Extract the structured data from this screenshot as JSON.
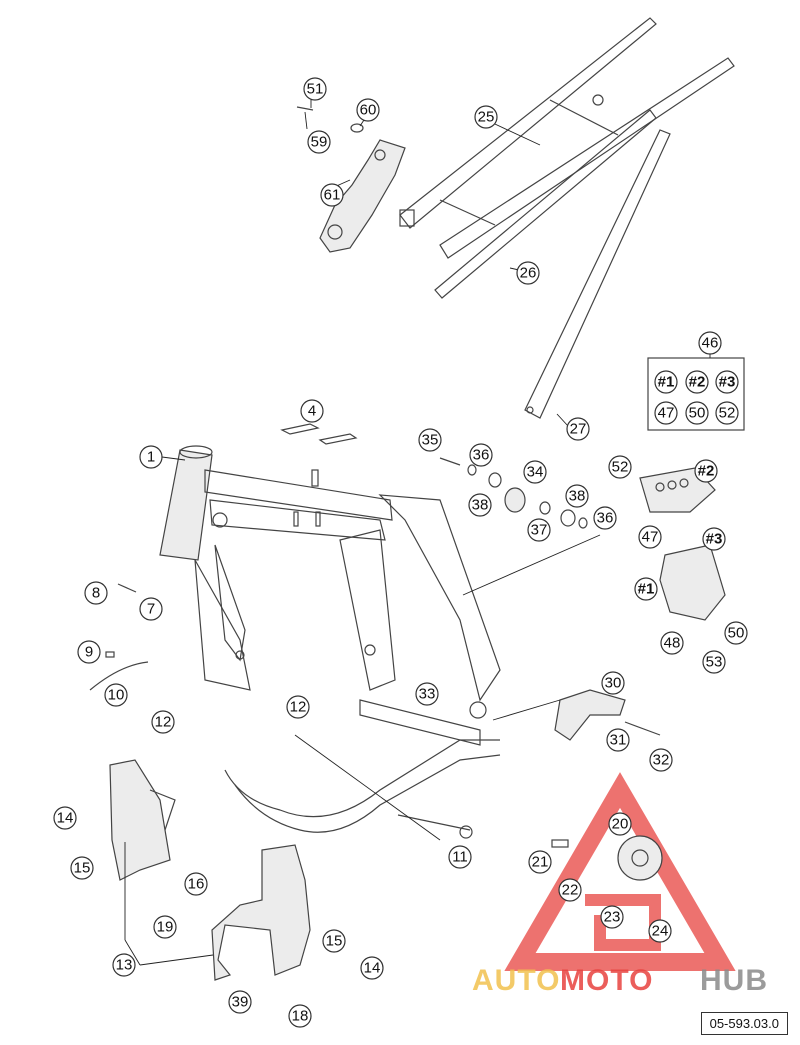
{
  "callouts": [
    {
      "id": "c1",
      "label": "1"
    },
    {
      "id": "c4",
      "label": "4"
    },
    {
      "id": "c7",
      "label": "7"
    },
    {
      "id": "c8",
      "label": "8"
    },
    {
      "id": "c9",
      "label": "9"
    },
    {
      "id": "c10",
      "label": "10"
    },
    {
      "id": "c11",
      "label": "11"
    },
    {
      "id": "c12a",
      "label": "12"
    },
    {
      "id": "c12b",
      "label": "12"
    },
    {
      "id": "c13",
      "label": "13"
    },
    {
      "id": "c14a",
      "label": "14"
    },
    {
      "id": "c14b",
      "label": "14"
    },
    {
      "id": "c15a",
      "label": "15"
    },
    {
      "id": "c15b",
      "label": "15"
    },
    {
      "id": "c16",
      "label": "16"
    },
    {
      "id": "c18",
      "label": "18"
    },
    {
      "id": "c19",
      "label": "19"
    },
    {
      "id": "c20",
      "label": "20"
    },
    {
      "id": "c21",
      "label": "21"
    },
    {
      "id": "c22",
      "label": "22"
    },
    {
      "id": "c23",
      "label": "23"
    },
    {
      "id": "c24",
      "label": "24"
    },
    {
      "id": "c25",
      "label": "25"
    },
    {
      "id": "c26",
      "label": "26"
    },
    {
      "id": "c27",
      "label": "27"
    },
    {
      "id": "c30",
      "label": "30"
    },
    {
      "id": "c31",
      "label": "31"
    },
    {
      "id": "c32",
      "label": "32"
    },
    {
      "id": "c33",
      "label": "33"
    },
    {
      "id": "c34",
      "label": "34"
    },
    {
      "id": "c35",
      "label": "35"
    },
    {
      "id": "c36a",
      "label": "36"
    },
    {
      "id": "c36b",
      "label": "36"
    },
    {
      "id": "c37",
      "label": "37"
    },
    {
      "id": "c38a",
      "label": "38"
    },
    {
      "id": "c38b",
      "label": "38"
    },
    {
      "id": "c39",
      "label": "39"
    },
    {
      "id": "c46",
      "label": "46"
    },
    {
      "id": "c47a",
      "label": "47"
    },
    {
      "id": "c47b",
      "label": "47"
    },
    {
      "id": "c48",
      "label": "48"
    },
    {
      "id": "c50a",
      "label": "50"
    },
    {
      "id": "c50b",
      "label": "50"
    },
    {
      "id": "c51",
      "label": "51"
    },
    {
      "id": "c52a",
      "label": "52"
    },
    {
      "id": "c52b",
      "label": "52"
    },
    {
      "id": "c53",
      "label": "53"
    },
    {
      "id": "c59",
      "label": "59"
    },
    {
      "id": "c60",
      "label": "60"
    },
    {
      "id": "c61",
      "label": "61"
    },
    {
      "id": "h1a",
      "label": "#1"
    },
    {
      "id": "h1b",
      "label": "#1"
    },
    {
      "id": "h2a",
      "label": "#2"
    },
    {
      "id": "h2b",
      "label": "#2"
    },
    {
      "id": "h3a",
      "label": "#3"
    },
    {
      "id": "h3b",
      "label": "#3"
    }
  ],
  "diagram_code": "05-593.03.0",
  "watermark": {
    "part1": "AUTO",
    "part2": "MOTO",
    "part3": "HUB",
    "color_yellow": "#f2c14e",
    "color_red": "#e8433f",
    "color_gray": "#8a8a8a"
  }
}
